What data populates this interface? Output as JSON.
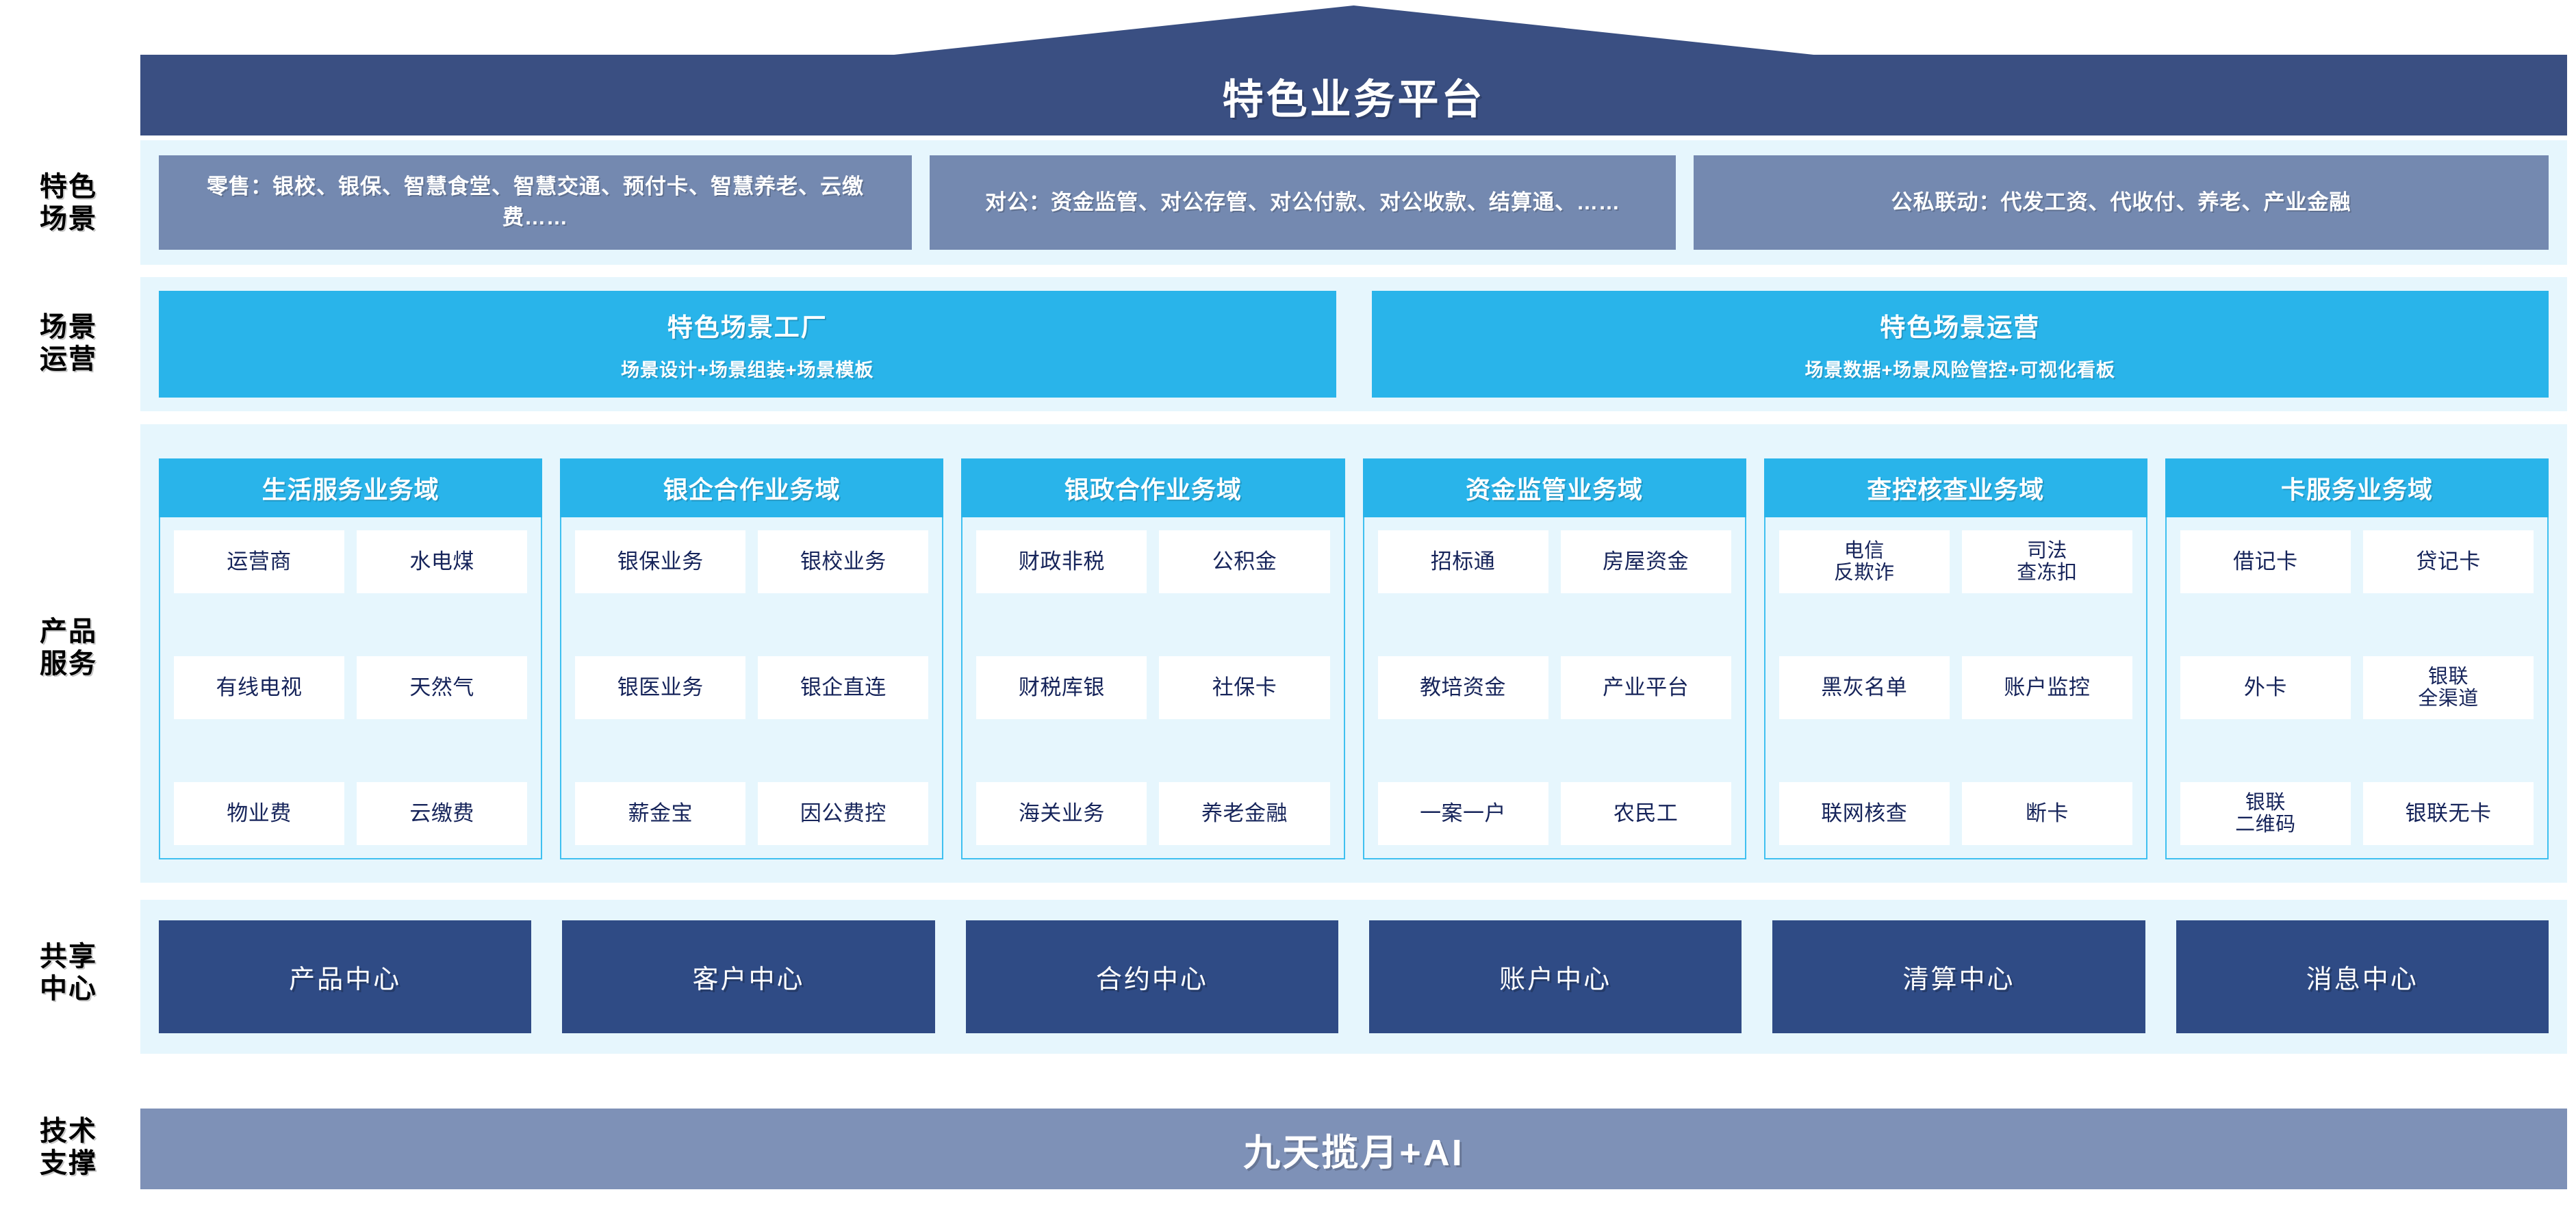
{
  "header": {
    "title": "特色业务平台"
  },
  "row_labels": [
    {
      "name": "scenario",
      "lines": [
        "特色",
        "场景"
      ]
    },
    {
      "name": "operation",
      "lines": [
        "场景",
        "运营"
      ]
    },
    {
      "name": "product",
      "lines": [
        "产品",
        "服务"
      ]
    },
    {
      "name": "shared",
      "lines": [
        "共享",
        "中心"
      ]
    },
    {
      "name": "tech",
      "lines": [
        "技术",
        "支撑"
      ]
    }
  ],
  "scenario_band": {
    "boxes": [
      {
        "text": "零售：银校、银保、智慧食堂、智慧交通、预付卡、智慧养老、云缴费……"
      },
      {
        "text": "对公：资金监管、对公存管、对公付款、对公收款、结算通、……"
      },
      {
        "text": "公私联动：代发工资、代收付、养老、产业金融"
      }
    ]
  },
  "operation_band": {
    "boxes": [
      {
        "title": "特色场景工厂",
        "subtitle": "场景设计+场景组装+场景模板"
      },
      {
        "title": "特色场景运营",
        "subtitle": "场景数据+场景风险管控+可视化看板"
      }
    ]
  },
  "product_band": {
    "domains": [
      {
        "title": "生活服务业务域",
        "rows": [
          [
            "运营商",
            "水电煤"
          ],
          [
            "有线电视",
            "天然气"
          ],
          [
            "物业费",
            "云缴费"
          ]
        ]
      },
      {
        "title": "银企合作业务域",
        "rows": [
          [
            "银保业务",
            "银校业务"
          ],
          [
            "银医业务",
            "银企直连"
          ],
          [
            "薪金宝",
            "因公费控"
          ]
        ]
      },
      {
        "title": "银政合作业务域",
        "rows": [
          [
            "财政非税",
            "公积金"
          ],
          [
            "财税库银",
            "社保卡"
          ],
          [
            "海关业务",
            "养老金融"
          ]
        ]
      },
      {
        "title": "资金监管业务域",
        "rows": [
          [
            "招标通",
            "房屋资金"
          ],
          [
            "教培资金",
            "产业平台"
          ],
          [
            "一案一户",
            "农民工"
          ]
        ]
      },
      {
        "title": "查控核查业务域",
        "rows": [
          [
            "电信\n反欺诈",
            "司法\n查冻扣"
          ],
          [
            "黑灰名单",
            "账户监控"
          ],
          [
            "联网核查",
            "断卡"
          ]
        ]
      },
      {
        "title": "卡服务业务域",
        "rows": [
          [
            "借记卡",
            "贷记卡"
          ],
          [
            "外卡",
            "银联\n全渠道"
          ],
          [
            "银联\n二维码",
            "银联无卡"
          ]
        ]
      }
    ]
  },
  "shared_band": {
    "boxes": [
      "产品中心",
      "客户中心",
      "合约中心",
      "账户中心",
      "清算中心",
      "消息中心"
    ]
  },
  "tech_band": {
    "title": "九天揽月+AI"
  },
  "colors": {
    "navy": "#3A4F82",
    "slate": "#7489B0",
    "cyan": "#29B4EA",
    "band_bg": "#E6F6FD",
    "shared_navy": "#2F4B85",
    "tech_slate": "#7E91B7",
    "cell_text": "#16245A",
    "card_border": "#3FC0F0"
  }
}
